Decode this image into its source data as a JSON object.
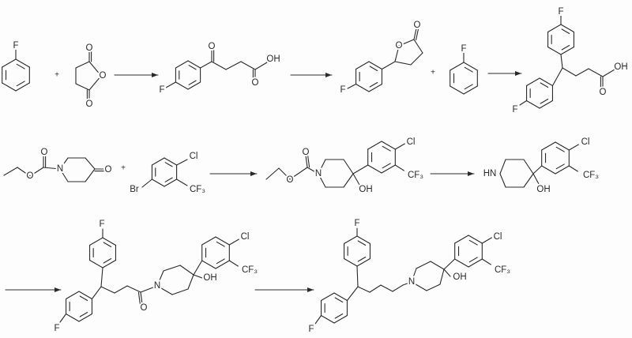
{
  "scheme": {
    "row1": {
      "fluorobenzene_a": {
        "F": "F"
      },
      "plus_1": "+",
      "succinic_anhydride": {
        "O_top": "O",
        "O_ring": "O",
        "O_bottom": "O"
      },
      "keto_acid": {
        "F": "F",
        "O_ketone": "O",
        "O_acid": "O",
        "OH": "OH"
      },
      "lactone": {
        "F": "F",
        "O_ring": "O",
        "O_carbonyl": "O"
      },
      "plus_2": "+",
      "fluorobenzene_b": {
        "F": "F"
      },
      "diaryl_butanoic_acid": {
        "F_top": "F",
        "F_bottom": "F",
        "O": "O",
        "OH": "OH"
      }
    },
    "row2": {
      "ethyl_oxopiperidine_carboxylate": {
        "O_ester": "O",
        "O_carbonyl": "O",
        "N": "N",
        "O_ketone": "O"
      },
      "plus": "+",
      "bromo_chloro_trifluoromethylbenzene": {
        "Cl": "Cl",
        "CF3": "CF₃",
        "Br": "Br"
      },
      "carbamate_piperidinol": {
        "O_ester": "O",
        "O_carbonyl": "O",
        "N": "N",
        "OH": "OH",
        "Cl": "Cl",
        "CF3": "CF₃"
      },
      "aryl_piperidinol": {
        "HN": "HN",
        "OH": "OH",
        "Cl": "Cl",
        "CF3": "CF₃"
      }
    },
    "row3": {
      "amide_intermediate": {
        "F_top": "F",
        "F_bottom": "F",
        "O": "O",
        "N": "N",
        "OH": "OH",
        "Cl": "Cl",
        "CF3": "CF₃"
      },
      "final_product": {
        "F_top": "F",
        "F_bottom": "F",
        "N": "N",
        "OH": "OH",
        "Cl": "Cl",
        "CF3": "CF₃"
      }
    }
  },
  "colors": {
    "ink": "#2a2a2a",
    "background": "#fdfdfd"
  }
}
